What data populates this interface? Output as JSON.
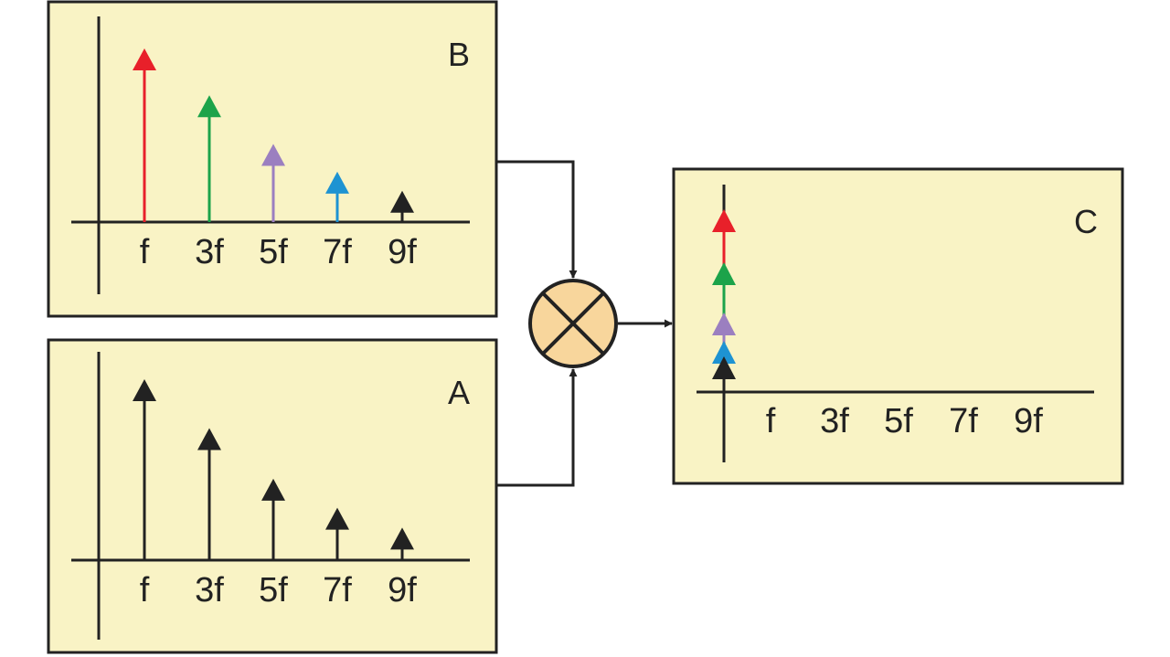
{
  "panels": {
    "B": {
      "label": "B",
      "ticks": [
        "f",
        "3f",
        "5f",
        "7f",
        "9f"
      ],
      "harmonics": [
        {
          "tick": "f",
          "amplitude": 1.0,
          "color": "#e8202a"
        },
        {
          "tick": "3f",
          "amplitude": 0.73,
          "color": "#1ca34a"
        },
        {
          "tick": "5f",
          "amplitude": 0.45,
          "color": "#9b7fc0"
        },
        {
          "tick": "7f",
          "amplitude": 0.29,
          "color": "#1e93d2"
        },
        {
          "tick": "9f",
          "amplitude": 0.18,
          "color": "#222222"
        }
      ]
    },
    "A": {
      "label": "A",
      "ticks": [
        "f",
        "3f",
        "5f",
        "7f",
        "9f"
      ],
      "harmonics": [
        {
          "tick": "f",
          "amplitude": 1.0,
          "color": "#222222"
        },
        {
          "tick": "3f",
          "amplitude": 0.73,
          "color": "#222222"
        },
        {
          "tick": "5f",
          "amplitude": 0.45,
          "color": "#222222"
        },
        {
          "tick": "7f",
          "amplitude": 0.29,
          "color": "#222222"
        },
        {
          "tick": "9f",
          "amplitude": 0.18,
          "color": "#222222"
        }
      ]
    },
    "C": {
      "label": "C",
      "ticks": [
        "f",
        "3f",
        "5f",
        "7f",
        "9f"
      ],
      "stack_colors": [
        "#e8202a",
        "#1ca34a",
        "#9b7fc0",
        "#1e93d2",
        "#222222"
      ]
    }
  },
  "mixer": {
    "symbol": "multiplier",
    "fill": "#f8d69c"
  }
}
